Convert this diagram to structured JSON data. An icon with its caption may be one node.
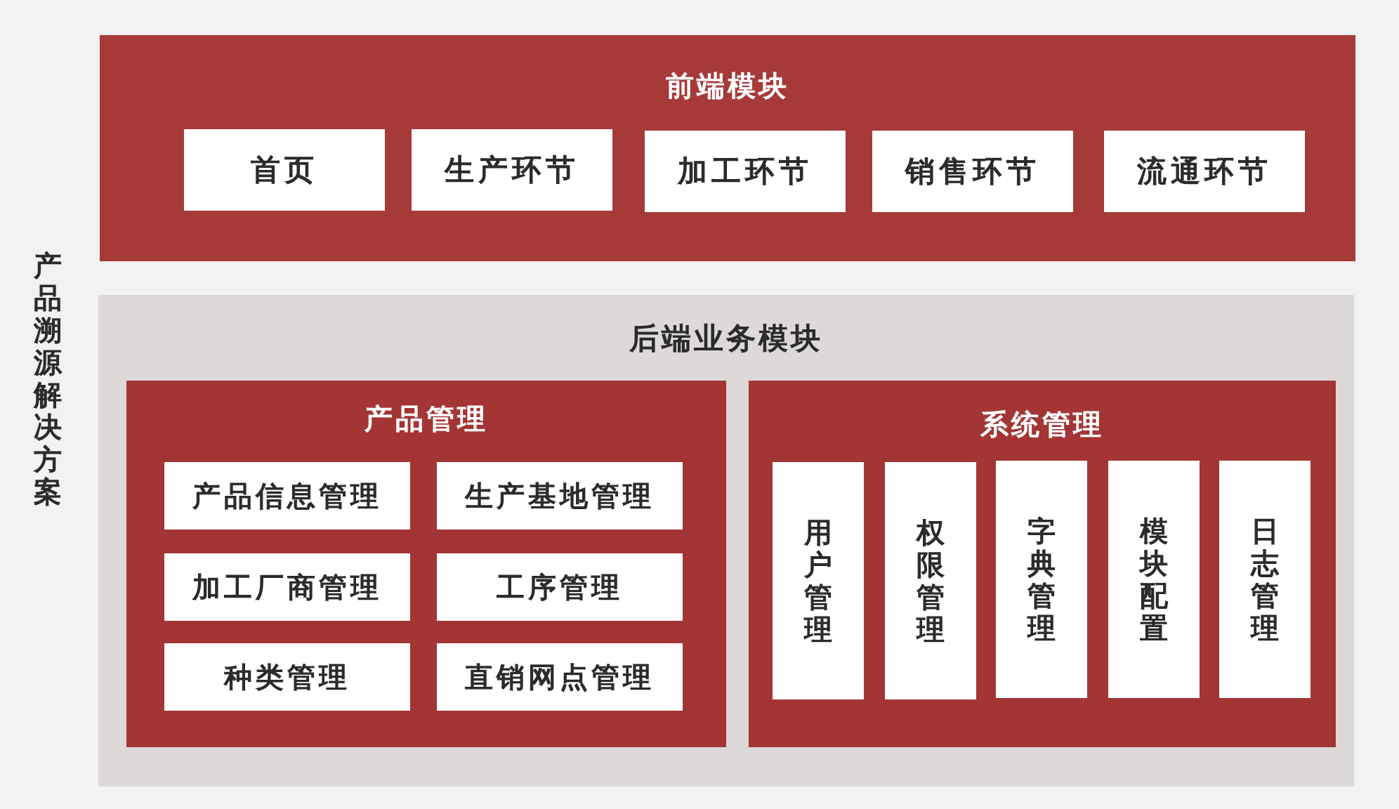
{
  "diagram": {
    "title": "产品溯源解决方案",
    "nodes": [
      {
        "text": [
          "前端模块"
        ]
      },
      {
        "text": [
          "首页"
        ],
        "in": 0
      },
      {
        "text": [
          "生产环节"
        ],
        "in": 0
      },
      {
        "text": [
          "加工环节"
        ],
        "in": 0
      },
      {
        "text": [
          "销售环节"
        ],
        "in": 0
      },
      {
        "text": [
          "流通环节"
        ],
        "in": 0
      },
      {
        "text": [
          "后端业务模块"
        ]
      },
      {
        "text": [
          "产品管理"
        ],
        "in": 6
      },
      {
        "text": [
          "产品信息管理"
        ],
        "in": 7
      },
      {
        "text": [
          "生产基地管理"
        ],
        "in": 7
      },
      {
        "text": [
          "加工厂商管理"
        ],
        "in": 7
      },
      {
        "text": [
          "工序管理"
        ],
        "in": 7
      },
      {
        "text": [
          "种类管理"
        ],
        "in": 7
      },
      {
        "text": [
          "直销网点管理"
        ],
        "in": 7
      },
      {
        "text": [
          "系统管理"
        ],
        "in": 6
      },
      {
        "text": [
          "用户管理"
        ],
        "in": 14
      },
      {
        "text": [
          "权限管理"
        ],
        "in": 14
      },
      {
        "text": [
          "字典管理"
        ],
        "in": 14
      },
      {
        "text": [
          "模块配置"
        ],
        "in": 14
      },
      {
        "text": [
          "日志管理"
        ],
        "in": 14
      }
    ]
  }
}
